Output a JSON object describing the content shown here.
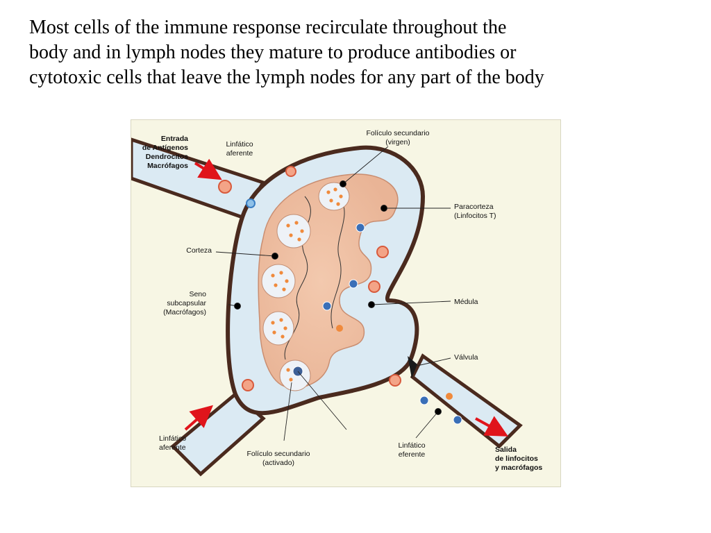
{
  "heading_lines": [
    "Most cells of the immune response recirculate throughout the",
    "body and in lymph nodes they mature to produce antibodies or",
    "cytotoxic cells that leave the lymph nodes for any part of the body"
  ],
  "diagram": {
    "entrada": [
      "Entrada",
      "de Antígenos",
      "Dendrocitos",
      "Macrófagos"
    ],
    "linfatico_aferente_top": [
      "Linfático",
      "aferente"
    ],
    "foliculo_virgen": [
      "Folículo secundario",
      "(virgen)"
    ],
    "paracorteza": [
      "Paracorteza",
      "(Linfocitos T)"
    ],
    "corteza": "Corteza",
    "seno": [
      "Seno",
      "subcapsular",
      "(Macrófagos)"
    ],
    "medula": "Médula",
    "valvula": "Válvula",
    "linfatico_aferente_bottom": [
      "Linfático",
      "aferente"
    ],
    "foliculo_activado": [
      "Folículo secundario",
      "(activado)"
    ],
    "linfatico_eferente": [
      "Linfático",
      "eferente"
    ],
    "salida": [
      "Salida",
      "de linfocitos",
      "y macrófagos"
    ]
  }
}
